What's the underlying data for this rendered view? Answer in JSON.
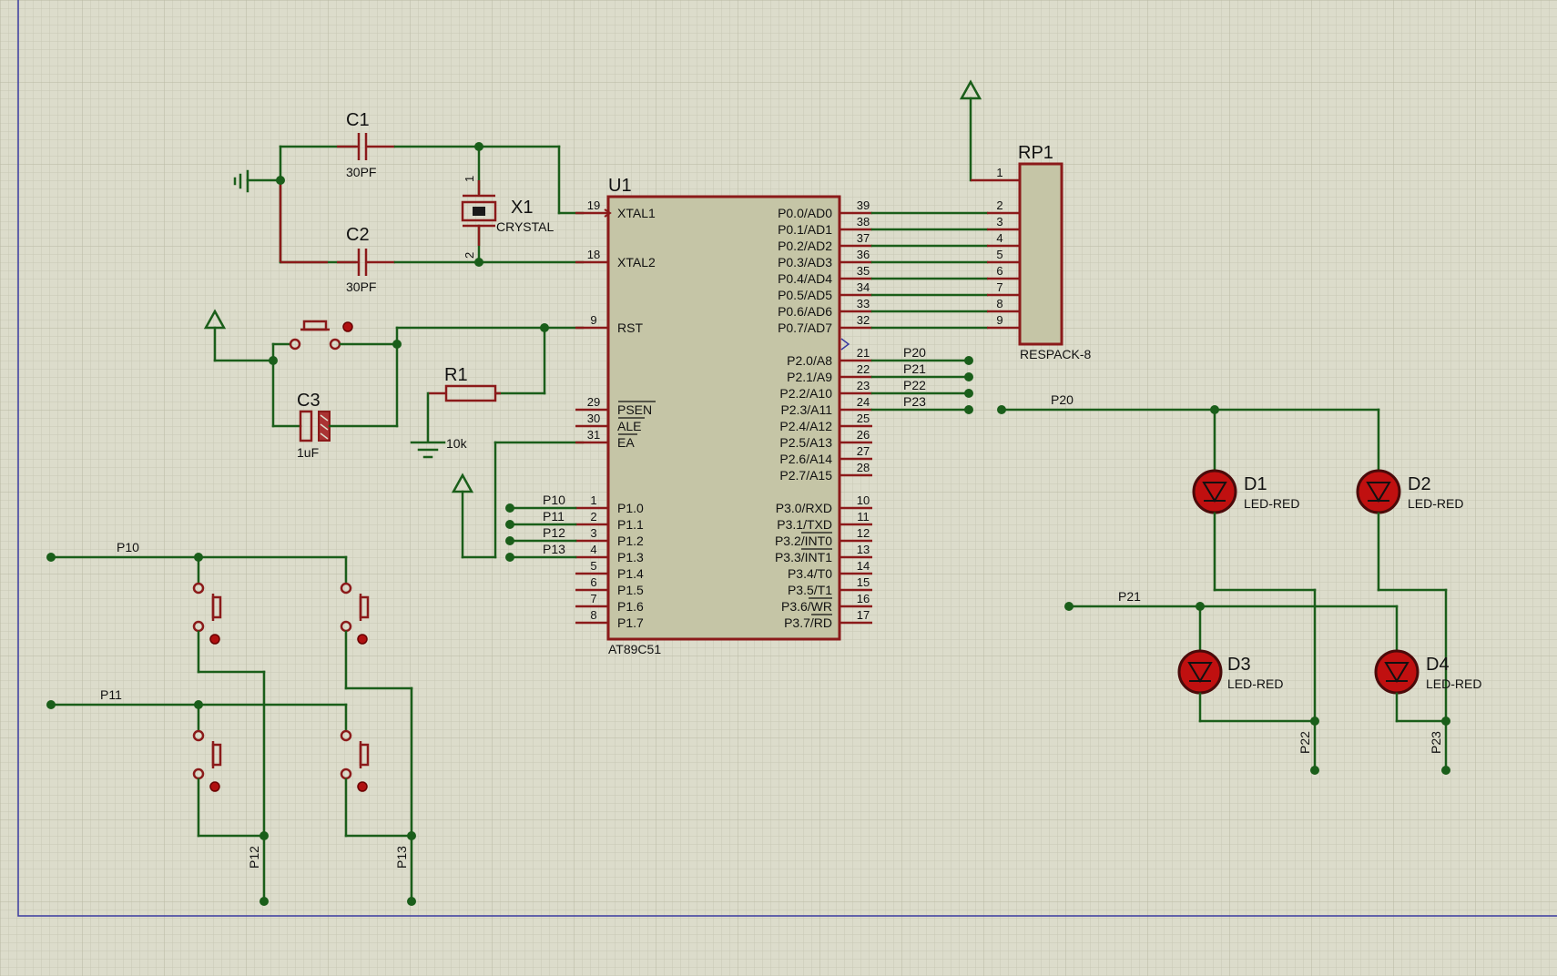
{
  "components": {
    "u1": {
      "ref": "U1",
      "part": "AT89C51"
    },
    "rp1": {
      "ref": "RP1",
      "part": "RESPACK-8"
    },
    "c1": {
      "ref": "C1",
      "value": "30PF"
    },
    "c2": {
      "ref": "C2",
      "value": "30PF"
    },
    "c3": {
      "ref": "C3",
      "value": "1uF"
    },
    "x1": {
      "ref": "X1",
      "value": "CRYSTAL"
    },
    "r1": {
      "ref": "R1",
      "value": "10k"
    },
    "d1": {
      "ref": "D1",
      "value": "LED-RED"
    },
    "d2": {
      "ref": "D2",
      "value": "LED-RED"
    },
    "d3": {
      "ref": "D3",
      "value": "LED-RED"
    },
    "d4": {
      "ref": "D4",
      "value": "LED-RED"
    }
  },
  "u1_left_pins": [
    {
      "num": "19",
      "label": "XTAL1"
    },
    {
      "num": "18",
      "label": "XTAL2"
    },
    {
      "num": "9",
      "label": "RST"
    },
    {
      "num": "29",
      "label": "PSEN"
    },
    {
      "num": "30",
      "label": "ALE"
    },
    {
      "num": "31",
      "label": "EA"
    },
    {
      "num": "1",
      "label": "P1.0"
    },
    {
      "num": "2",
      "label": "P1.1"
    },
    {
      "num": "3",
      "label": "P1.2"
    },
    {
      "num": "4",
      "label": "P1.3"
    },
    {
      "num": "5",
      "label": "P1.4"
    },
    {
      "num": "6",
      "label": "P1.5"
    },
    {
      "num": "7",
      "label": "P1.6"
    },
    {
      "num": "8",
      "label": "P1.7"
    }
  ],
  "u1_right_pins": [
    {
      "num": "39",
      "label": "P0.0/AD0"
    },
    {
      "num": "38",
      "label": "P0.1/AD1"
    },
    {
      "num": "37",
      "label": "P0.2/AD2"
    },
    {
      "num": "36",
      "label": "P0.3/AD3"
    },
    {
      "num": "35",
      "label": "P0.4/AD4"
    },
    {
      "num": "34",
      "label": "P0.5/AD5"
    },
    {
      "num": "33",
      "label": "P0.6/AD6"
    },
    {
      "num": "32",
      "label": "P0.7/AD7"
    },
    {
      "num": "21",
      "label": "P2.0/A8"
    },
    {
      "num": "22",
      "label": "P2.1/A9"
    },
    {
      "num": "23",
      "label": "P2.2/A10"
    },
    {
      "num": "24",
      "label": "P2.3/A11"
    },
    {
      "num": "25",
      "label": "P2.4/A12"
    },
    {
      "num": "26",
      "label": "P2.5/A13"
    },
    {
      "num": "27",
      "label": "P2.6/A14"
    },
    {
      "num": "28",
      "label": "P2.7/A15"
    },
    {
      "num": "10",
      "label": "P3.0/RXD"
    },
    {
      "num": "11",
      "label": "P3.1/TXD"
    },
    {
      "num": "12",
      "label": "P3.2/INT0"
    },
    {
      "num": "13",
      "label": "P3.3/INT1"
    },
    {
      "num": "14",
      "label": "P3.4/T0"
    },
    {
      "num": "15",
      "label": "P3.5/T1"
    },
    {
      "num": "16",
      "label": "P3.6/WR"
    },
    {
      "num": "17",
      "label": "P3.7/RD"
    }
  ],
  "rp1_pins": [
    "1",
    "2",
    "3",
    "4",
    "5",
    "6",
    "7",
    "8",
    "9"
  ],
  "x1_pins": [
    "1",
    "2"
  ],
  "nets": {
    "p10": "P10",
    "p11": "P11",
    "p12": "P12",
    "p13": "P13",
    "p20": "P20",
    "p21": "P21",
    "p22": "P22",
    "p23": "P23"
  },
  "colors": {
    "background": "#dcdccb",
    "wire": "#1a5e1a",
    "component": "#8b1a1a",
    "chip_fill": "#c5c5a6",
    "led_fill": "#c01010"
  }
}
